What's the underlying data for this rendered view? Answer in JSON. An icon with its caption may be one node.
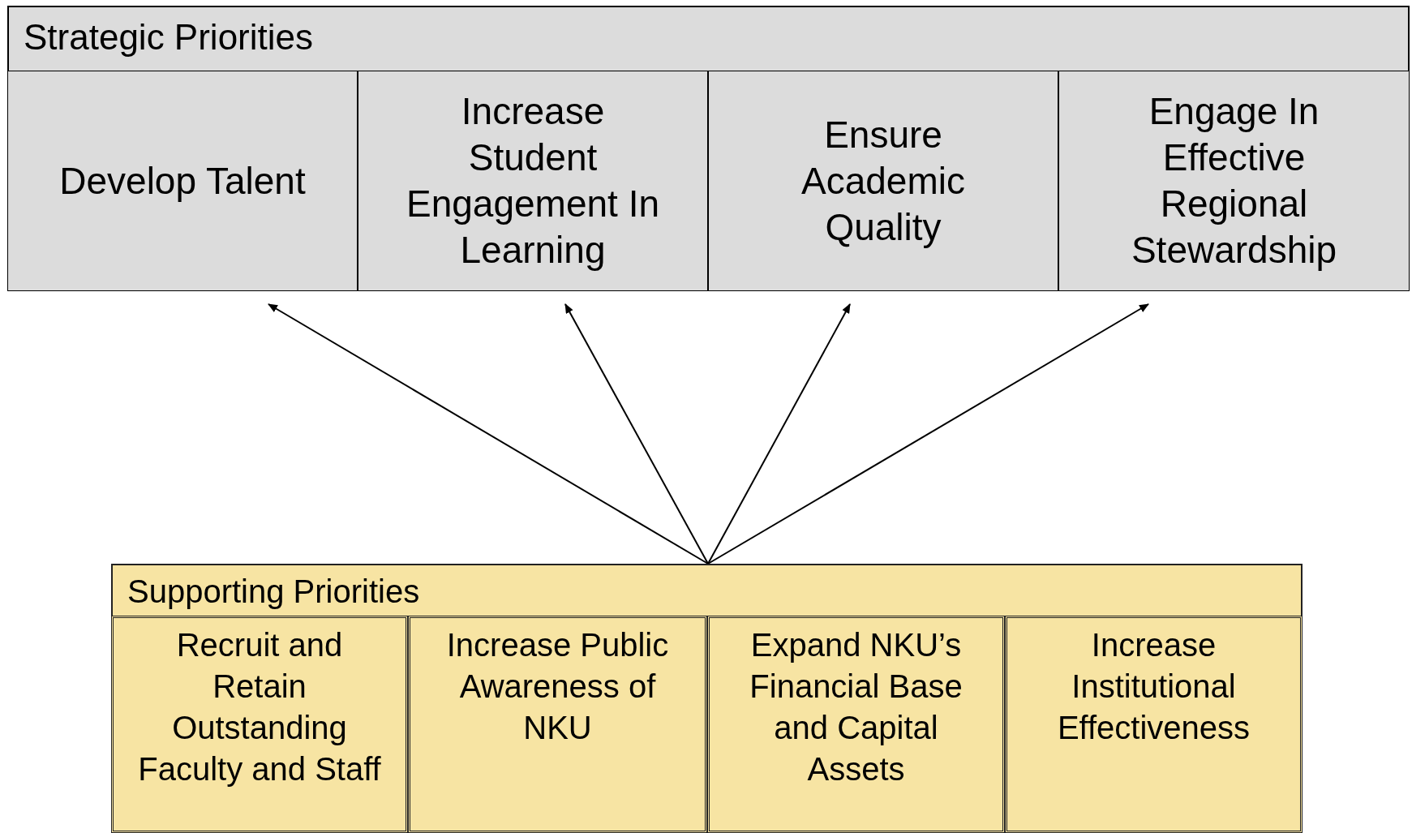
{
  "diagram": {
    "nodes": [
      {
        "text": [
          "Strategic Priorities"
        ]
      },
      {
        "text": [
          "Develop Talent"
        ],
        "in": 0
      },
      {
        "text": [
          "Increase Student Engagement In Learning"
        ],
        "in": 0
      },
      {
        "text": [
          "Ensure Academic Quality"
        ],
        "in": 0
      },
      {
        "text": [
          "Engage In Effective Regional Stewardship"
        ],
        "in": 0
      },
      {
        "text": [
          "Supporting Priorities"
        ]
      },
      {
        "text": [
          "Recruit and Retain Outstanding Faculty and Staff"
        ],
        "in": 5
      },
      {
        "text": [
          "Increase Public Awareness of NKU"
        ],
        "in": 5
      },
      {
        "text": [
          "Expand NKU’s Financial Base and Capital Assets"
        ],
        "in": 5
      },
      {
        "text": [
          "Increase Institutional Effectiveness"
        ],
        "in": 5
      }
    ],
    "edges": [
      {
        "from": 5,
        "to": 1,
        "arrow": "to"
      },
      {
        "from": 5,
        "to": 2,
        "arrow": "to"
      },
      {
        "from": 5,
        "to": 3,
        "arrow": "to"
      },
      {
        "from": 5,
        "to": 4,
        "arrow": "to"
      }
    ]
  }
}
